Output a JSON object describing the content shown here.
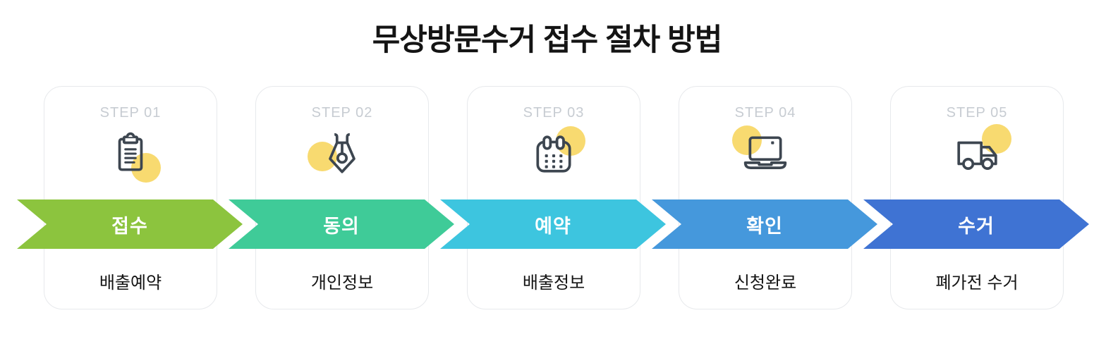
{
  "title": "무상방문수거 접수 절차 방법",
  "colors": {
    "accent_yellow": "#f8da70",
    "icon_stroke": "#3d4650",
    "step_label_gray": "#c7ccd2",
    "card_border": "#e7e9ec",
    "title_text": "#141414"
  },
  "steps": [
    {
      "step_label": "STEP 01",
      "icon": "clipboard-icon",
      "band_label": "접수",
      "band_color": "#8cc43e",
      "description": "배출예약"
    },
    {
      "step_label": "STEP 02",
      "icon": "pen-nib-icon",
      "band_label": "동의",
      "band_color": "#3fcb98",
      "description": "개인정보"
    },
    {
      "step_label": "STEP 03",
      "icon": "calendar-icon",
      "band_label": "예약",
      "band_color": "#3dc5df",
      "description": "배출정보"
    },
    {
      "step_label": "STEP 04",
      "icon": "laptop-icon",
      "band_label": "확인",
      "band_color": "#4598dc",
      "description": "신청완료"
    },
    {
      "step_label": "STEP 05",
      "icon": "truck-icon",
      "band_label": "수거",
      "band_color": "#3f73d3",
      "description": "폐가전 수거"
    }
  ]
}
